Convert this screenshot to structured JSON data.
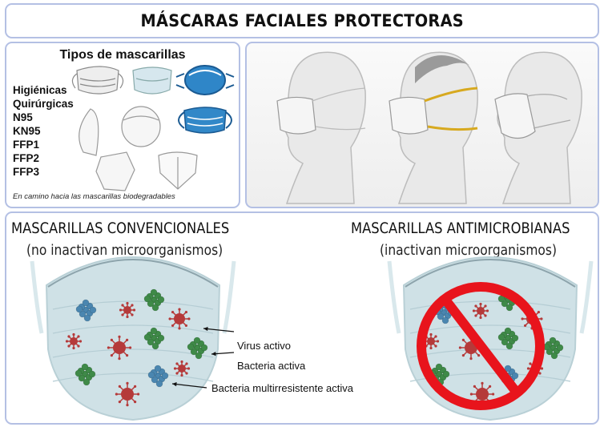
{
  "title": "MÁSCARAS FACIALES PROTECTORAS",
  "types_panel": {
    "heading": "Tipos de mascarillas",
    "items": [
      "Higiénicas",
      "Quirúrgicas",
      "N95",
      "KN95",
      "FFP1",
      "FFP2",
      "FFP3"
    ],
    "note": "En camino hacia las mascarillas biodegradables"
  },
  "conventional": {
    "heading": "MASCARILLAS CONVENCIONALES",
    "subheading": "(no inactivan microorganismos)",
    "labels": {
      "virus": "Virus activo",
      "bacteria": "Bacteria activa",
      "mdr_bacteria": "Bacteria multirresistente activa"
    }
  },
  "antimicrobial": {
    "heading": "MASCARILLAS ANTIMICROBIANAS",
    "subheading": "(inactivan microorganismos)"
  },
  "colors": {
    "virus": "#b53a3a",
    "bacteria": "#3f8a48",
    "mdr_bacteria": "#4a86b0",
    "prohibition": "#e8141c",
    "mask": "#cfe1e6",
    "border": "#b4c0e4"
  }
}
